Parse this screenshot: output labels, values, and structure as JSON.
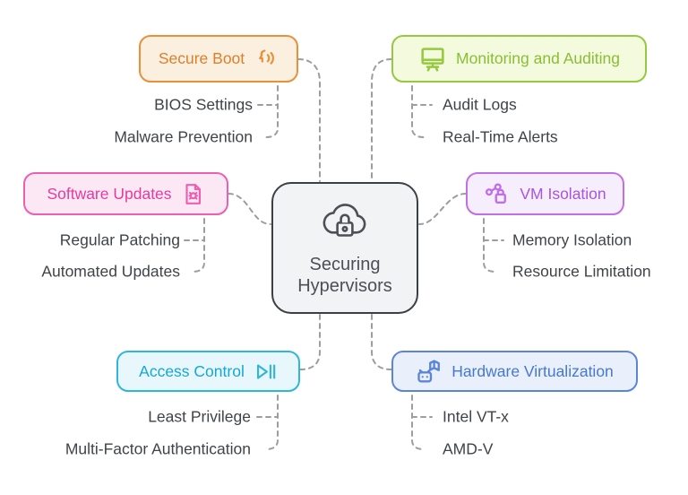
{
  "canvas": {
    "background": "#FFFFFF",
    "connector_color": "#9A9EA2"
  },
  "center": {
    "title_lines": [
      "Securing",
      "Hypervisors"
    ],
    "icon": "cloud-lock-icon",
    "border_color": "#3A4045",
    "fill": "#F2F3F4",
    "text_color": "#4A5056"
  },
  "sub_label_color": "#3F4448",
  "branches": [
    {
      "label": "Secure Boot",
      "icon": "voice-icon",
      "icon_side": "right",
      "color": "#E8913A",
      "text_color": "#DD7F2B",
      "fill": "#FBEFDF",
      "children": [
        "BIOS Settings",
        "Malware Prevention"
      ]
    },
    {
      "label": "Monitoring and Auditing",
      "icon": "monitor-icon",
      "icon_side": "left",
      "color": "#96C93F",
      "text_color": "#8BBE35",
      "fill": "#F3FADE",
      "children": [
        "Audit Logs",
        "Real-Time Alerts"
      ]
    },
    {
      "label": "Software Updates",
      "icon": "bug-document-icon",
      "icon_side": "right",
      "color": "#EC5FB1",
      "text_color": "#E53A9E",
      "fill": "#FCE8F4",
      "children": [
        "Regular Patching",
        "Automated Updates"
      ]
    },
    {
      "label": "VM Isolation",
      "icon": "network-lock-icon",
      "icon_side": "left",
      "color": "#C06FE8",
      "text_color": "#A854E0",
      "fill": "#F7EEFD",
      "children": [
        "Memory Isolation",
        "Resource Limitation"
      ]
    },
    {
      "label": "Access Control",
      "icon": "play-pause-icon",
      "icon_side": "right",
      "color": "#2EB6DC",
      "text_color": "#16A7D5",
      "fill": "#E7F7FC",
      "children": [
        "Least Privilege",
        "Multi-Factor Authentication"
      ]
    },
    {
      "label": "Hardware Virtualization",
      "icon": "robot-map-icon",
      "icon_side": "left",
      "color": "#5B86D8",
      "text_color": "#4678D0",
      "fill": "#E9F0FB",
      "children": [
        "Intel VT-x",
        "AMD-V"
      ]
    }
  ]
}
